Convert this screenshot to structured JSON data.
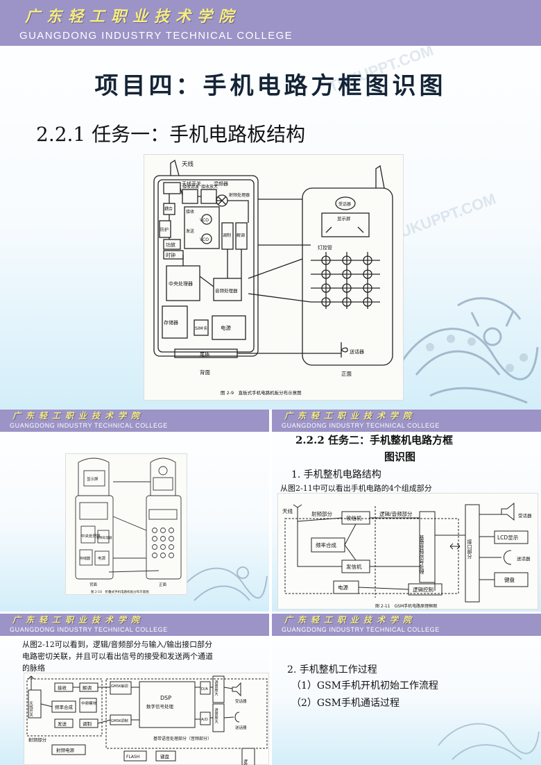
{
  "header": {
    "college_cn": "广东轻工职业技术学院",
    "college_en": "GUANGDONG INDUSTRY TECHNICAL COLLEGE"
  },
  "main": {
    "title": "项目四：手机电路方框图识图",
    "subtitle": "2.2.1 任务一：手机电路板结构",
    "figure": {
      "labels": {
        "antenna": "天线",
        "antenna_switch": "天线开关",
        "rx_filter": "接收滤波",
        "rx_amp": "接收放大",
        "mixer": "混频器",
        "rf_processor": "射频处理器",
        "coupling": "耦合",
        "isolator": "防护",
        "pa": "功放",
        "vco1": "VCO",
        "vco2": "VCO",
        "rx_small": "接收",
        "tx_small": "发送",
        "modulate": "调制",
        "demodulate": "解调",
        "clock": "时钟",
        "cpu": "中央处理器",
        "audio": "音频处理器",
        "memory": "存储器",
        "sim": "SIM卡",
        "power": "电源",
        "tail_plug": "尾插",
        "back": "背面",
        "receiver": "受话器",
        "display": "显示屏",
        "lamp_driver": "灯控管",
        "mic": "送话器",
        "front": "正面",
        "caption": "图 2-9　直板式手机电路机板分布示意图"
      }
    }
  },
  "slide_tl": {
    "figure_caption": "图 2-10　折叠式手机电路机板分布示意图",
    "labels": {
      "display": "显示屏",
      "back": "背面",
      "front": "正面",
      "cpu": "中央处理器",
      "audio": "音频处理器",
      "memory": "存储器",
      "power": "电源"
    }
  },
  "slide_tr": {
    "title_line1": "2.2.2 任务二：手机整机电路方框",
    "title_line2": "图识图",
    "point1": "1. 手机整机电路结构",
    "desc": "从图2-11中可以看出手机电路的4个组成部分",
    "figure": {
      "antenna": "天线",
      "rf_part": "射频部分",
      "logic_audio_part": "逻辑/音频部分",
      "receiver_unit": "收信机",
      "freq_synth": "频率合成",
      "transmitter_unit": "发信机",
      "baseband": "基带音频信号处理",
      "interface": "接口部分",
      "power": "电源",
      "logic_ctrl": "逻辑控制",
      "speaker": "受话器",
      "mic": "送话器",
      "lcd": "LCD显示",
      "keypad": "键盘",
      "caption": "图 2-11　GSM手机电路原理框图"
    }
  },
  "slide_bl": {
    "text": "从图2-12可以看到，逻辑/音频部分与输入/输出接口部分电路密切关联，并且可以看出信号的接受和发送两个通道的脉络",
    "text_line1": "从图2-12可以看到，逻辑/音频部分与输入/输出接口部分",
    "text_line2": "电路密切关联，并且可以看出信号的接受和发送两个通道",
    "text_line3": "的脉络",
    "figure": {
      "antenna_switch": "天线开关",
      "receive": "接收",
      "demod": "解调",
      "gmsk_demod": "GMSK解调",
      "dsp": "DSP",
      "dsp_sub": "数字信号处理",
      "da": "D/A",
      "ad": "A/D",
      "audio_amp1": "语音放大",
      "audio_amp2": "语音放大",
      "speaker": "受话器",
      "mic": "送话器",
      "freq_synth": "频率合成",
      "if_module": "中频模块",
      "transmit": "发送",
      "modulate": "调制",
      "gmsk_mod": "GMSK调制",
      "baseband_part": "基带语音处理部分（音频部分）",
      "rf_part": "射频部分",
      "rf_power": "射频电源",
      "flash": "FLASH",
      "keypad": "键盘",
      "logic": "逻辑"
    }
  },
  "slide_br": {
    "point2": "2. 手机整机工作过程",
    "item1": "（1）GSM手机开机初始工作流程",
    "item2": "（2）GSM手机通话过程"
  },
  "watermark": "TUKUPPT.COM"
}
